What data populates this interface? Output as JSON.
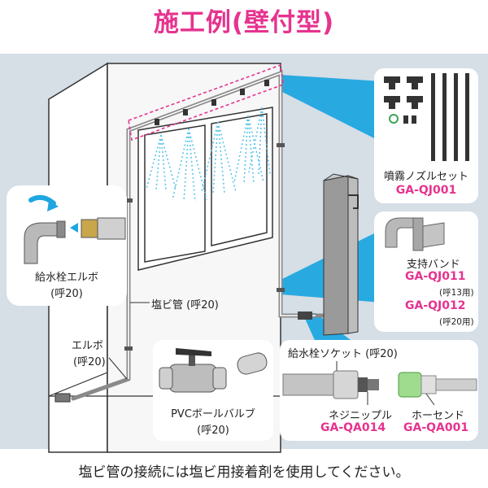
{
  "title": "施工例(壁付型)",
  "bottom_note": "塩ビ管の接続には塩ビ用接着剤を使用してください。",
  "labels": {
    "pvc_pipe": "塩ビ管 (呼20)",
    "elbow_name": "エルボ",
    "elbow_size": "(呼20)"
  },
  "callouts": {
    "faucet_elbow": {
      "name": "給水栓エルボ",
      "size": "(呼20)"
    },
    "nozzle_set": {
      "name": "噴霧ノズルセット",
      "code": "GA-QJ001"
    },
    "support_band": {
      "name": "支持バンド",
      "code1": "GA-QJ011",
      "size1": "(呼13用)",
      "code2": "GA-QJ012",
      "size2": "(呼20用)"
    },
    "ball_valve": {
      "name": "PVCボールバルブ",
      "size": "(呼20)"
    },
    "connectors": {
      "socket": "給水栓ソケット (呼20)",
      "nipple_name": "ネジニップル",
      "nipple_code": "GA-QA014",
      "hose_end_name": "ホーセンド",
      "hose_end_code": "GA-QA001"
    }
  },
  "colors": {
    "accent": "#e6338f",
    "backdrop": "#d6dee6",
    "callout_blue": "#1fa6e0",
    "spray": "#5bc4ea"
  }
}
